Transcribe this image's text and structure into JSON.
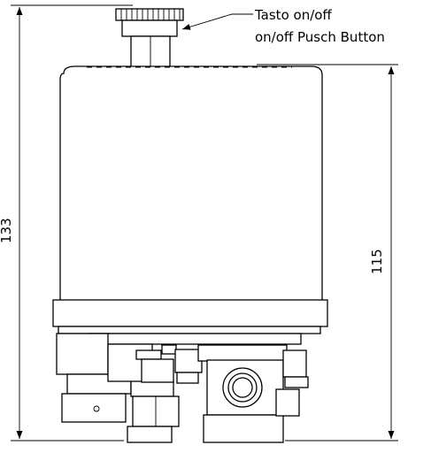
{
  "callout": {
    "label_it": "Tasto on/off",
    "label_en": "on/off Pusch Button"
  },
  "dimensions": {
    "overall_height": "133",
    "body_height": "115"
  }
}
